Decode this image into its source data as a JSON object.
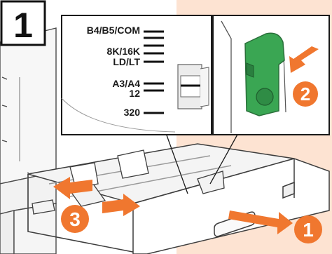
{
  "step_number": "1",
  "size_labels": [
    "B4/B5/COM",
    "8K/16K",
    "LD/LT",
    "A3/A4",
    "12",
    "320"
  ],
  "callouts": {
    "one": "1",
    "two": "2",
    "three": "3"
  },
  "colors": {
    "accent_orange": "#f0772f",
    "background_peach": "#fde3d2",
    "guide_green": "#3aa653",
    "line_gray": "#5b5b5b"
  }
}
